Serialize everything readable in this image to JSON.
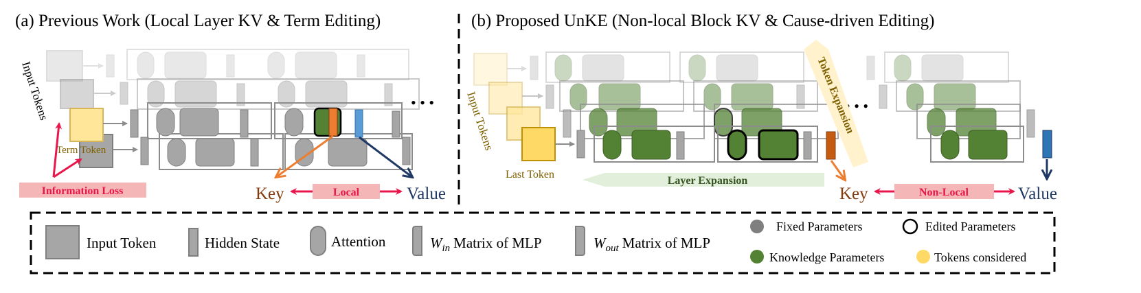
{
  "panel_a": {
    "title": "(a) Previous Work (Local Layer KV & Term Editing)",
    "input_tokens_label": "Input Tokens",
    "term_token_label": "Term Token",
    "info_loss_label": "Information Loss",
    "key_label": "Key",
    "value_label": "Value",
    "local_label": "Local",
    "ellipsis": "• • •"
  },
  "panel_b": {
    "title": "(b) Proposed UnKE (Non-local Block KV & Cause-driven Editing)",
    "input_tokens_label": "Input Tokens",
    "last_token_label": "Last Token",
    "layer_expansion_label": "Layer Expansion",
    "token_expansion_label": "Token Expansion",
    "key_label": "Key",
    "value_label": "Value",
    "nonlocal_label": "Non-Local",
    "ellipsis": "• • •"
  },
  "legend": {
    "input_token": "Input Token",
    "hidden_state": "Hidden State",
    "attention": "Attention",
    "win_symbol": "W",
    "win_sub": "in",
    "win_text": "Matrix of MLP",
    "wout_symbol": "W",
    "wout_sub": "out",
    "wout_text": "Matrix of MLP",
    "fixed_params": "Fixed Parameters",
    "edited_params": "Edited Parameters",
    "knowledge_params": "Knowledge Parameters",
    "tokens_considered": "Tokens considered"
  },
  "colors": {
    "gray": "#a6a6a6",
    "gray_stroke": "#7f7f7f",
    "green": "#548235",
    "yellow": "#ffe699",
    "orange": "#c55a11",
    "blue": "#2e75b6",
    "key_brown": "#843c0c",
    "value_navy": "#1f3864",
    "red_arrow": "#e8164b",
    "pink_band": "#f4b6b6",
    "green_band": "#e2efda",
    "yellow_band": "#fff2cc"
  }
}
